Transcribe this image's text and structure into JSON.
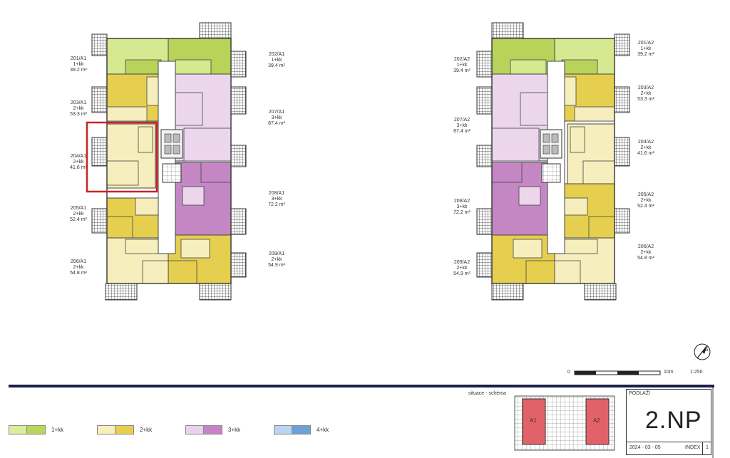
{
  "wing_a1_labels": [
    {
      "id": "201/A1",
      "rooms": "1+kk",
      "area": "39.2 m²"
    },
    {
      "id": "202/A1",
      "rooms": "1+kk",
      "area": "39.4 m²"
    },
    {
      "id": "203/A1",
      "rooms": "2+kk",
      "area": "53.3 m²"
    },
    {
      "id": "207/A1",
      "rooms": "3+kk",
      "area": "87.4 m²"
    },
    {
      "id": "204/A1",
      "rooms": "2+kk",
      "area": "41.6 m²"
    },
    {
      "id": "208/A1",
      "rooms": "3+kk",
      "area": "72.2 m²"
    },
    {
      "id": "205/A1",
      "rooms": "2+kk",
      "area": "52.4 m²"
    },
    {
      "id": "209/A1",
      "rooms": "2+kk",
      "area": "54.9 m²"
    },
    {
      "id": "206/A1",
      "rooms": "2+kk",
      "area": "54.8 m²"
    }
  ],
  "wing_a2_labels": [
    {
      "id": "201/A2",
      "rooms": "1+kk",
      "area": "39.2 m²"
    },
    {
      "id": "202/A2",
      "rooms": "1+kk",
      "area": "39.4 m²"
    },
    {
      "id": "203/A2",
      "rooms": "2+kk",
      "area": "53.3 m²"
    },
    {
      "id": "207/A2",
      "rooms": "3+kk",
      "area": "87.4 m²"
    },
    {
      "id": "204/A2",
      "rooms": "2+kk",
      "area": "41.6 m²"
    },
    {
      "id": "208/A2",
      "rooms": "3+kk",
      "area": "72.2 m²"
    },
    {
      "id": "205/A2",
      "rooms": "2+kk",
      "area": "52.4 m²"
    },
    {
      "id": "209/A2",
      "rooms": "2+kk",
      "area": "54.9 m²"
    },
    {
      "id": "206/A2",
      "rooms": "2+kk",
      "area": "54.8 m²"
    }
  ],
  "legend": [
    {
      "label": "1+kk",
      "light": "#dcec9e",
      "dark": "#b9d55a"
    },
    {
      "label": "2+kk",
      "light": "#f6eebc",
      "dark": "#e6cf50"
    },
    {
      "label": "3+kk",
      "light": "#ead3ea",
      "dark": "#c583c5"
    },
    {
      "label": "4+kk",
      "light": "#bcd4f0",
      "dark": "#6f9fd8"
    }
  ],
  "colors": {
    "one_kk": "#d6e890",
    "one_kk_dark": "#b8d35a",
    "two_kk": "#f6eebd",
    "two_kk_dark": "#e6cf4f",
    "three_kk": "#ecd6ec",
    "three_kk_dark": "#c487c4",
    "highlight": "#cc2222",
    "rule": "#1a1f4a",
    "site_red": "#e2626a"
  },
  "scale": {
    "start": "0",
    "end": "10m",
    "ratio": "1:250"
  },
  "compass": {
    "letter": "S"
  },
  "site": {
    "title": "situace - schéma",
    "a1": "A1",
    "a2": "A2"
  },
  "title_block": {
    "label": "PODLAŽÍ",
    "floor": "2.NP",
    "date": "2024 - 03 - 05",
    "index_label": "INDEX",
    "index_value": "1"
  }
}
